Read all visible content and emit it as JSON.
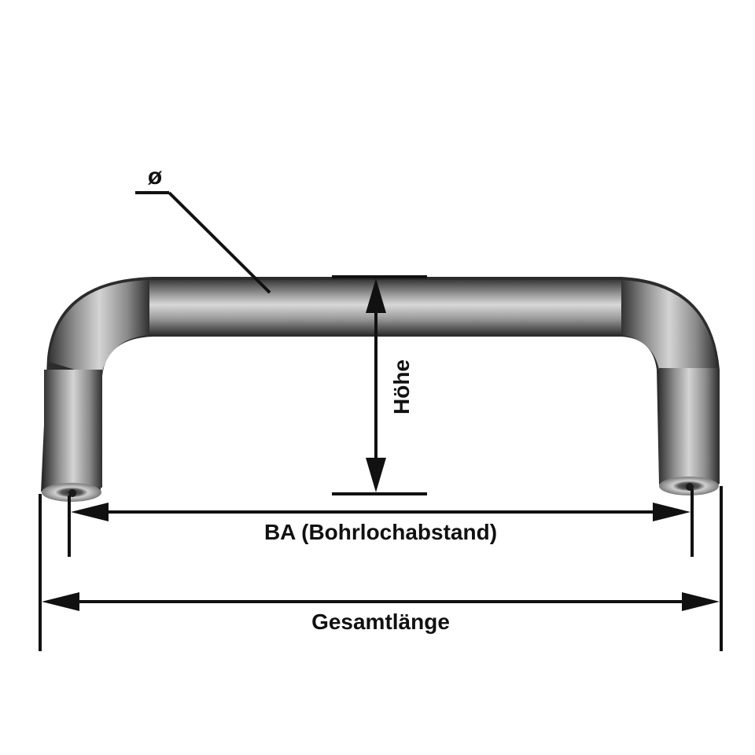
{
  "labels": {
    "diameter": "ø",
    "height": "Höhe",
    "hole_spacing": "BA (Bohrlochabstand)",
    "overall_length": "Gesamtlänge"
  },
  "colors": {
    "line": "#111111",
    "steel_light": "#d9d9d9",
    "steel_mid": "#9a9a9a",
    "steel_dark": "#3c3c3c"
  }
}
